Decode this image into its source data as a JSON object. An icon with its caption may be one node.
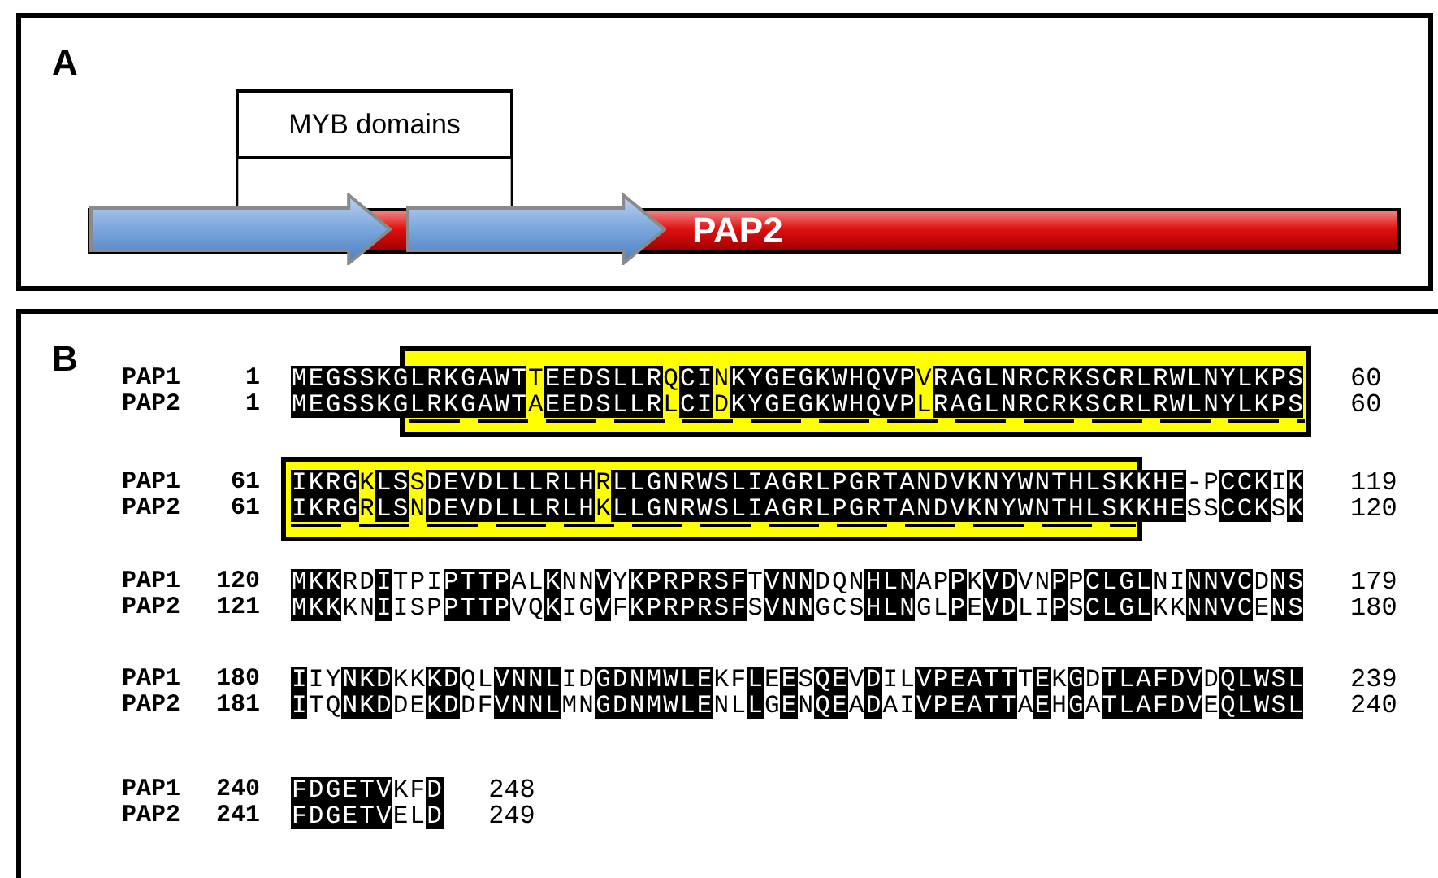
{
  "diagram": {
    "nodes": [
      {
        "text": [
          "MYB domains"
        ]
      },
      {
        "text": [
          "PAP2"
        ]
      },
      {
        "text": [],
        "shape": "arrow",
        "in": 1
      },
      {
        "text": [],
        "shape": "arrow",
        "in": 1
      }
    ],
    "edges": [
      {
        "from": 0,
        "to": 2,
        "arrow": "none"
      },
      {
        "from": 0,
        "to": 3,
        "arrow": "none"
      }
    ],
    "labels": [
      "A",
      "B",
      "PAP1",
      "1",
      "MEGSSKGLRKGAWTTEEDSLLRQCINKYGEGKWHQVPVRAGLNRCRKSCRLRWLNYLKPS",
      "60",
      "PAP2",
      "1",
      "MEGSSKGLRKGAWTAEEDSLLRLCIDKYGEGKWHQVPLRAGLNRCRKSCRLRWLNYLKPS",
      "60",
      "PAP1",
      "61",
      "IKRGKLSSDEVDLLLRLHRLLGNRWSLIAGRLPGRTANDVKNYWNTHLSKKHE-PCCKIK",
      "119",
      "PAP2",
      "61",
      "IKRGRLSNDEVDLLLRLHKLLGNRWSLIAGRLPGRTANDVKNYWNTHLSKKHESSCCKSK",
      "120",
      "PAP1",
      "120",
      "MKKRDITPIPTTPALKNNVYKPRPRSFTVNNDQNHLNAPPKVDVNPPCLGLNINNVCDNS",
      "179",
      "PAP2",
      "121",
      "MKKKNIISPPTTPVQKIGVFKPRPRSFSVNNGCSHLNGLPEVDLIPSCLGLKKNNVCENS",
      "180",
      "PAP1",
      "180",
      "IIYNKDKKKDQLVNNLIDGDNMWLEKFLEESQEVDILVPEATTTEKGDTLAFDVDQLWSL",
      "239",
      "PAP2",
      "181",
      "ITQNKDDEKDDFVNNLMNGDNMWLENLLGENQEADAIVPEATTAEHGATLAFDVEQLWSL",
      "240",
      "PAP1",
      "240",
      "FDGETVKFD",
      "248",
      "PAP2",
      "241",
      "FDGETVELD",
      "249"
    ]
  }
}
